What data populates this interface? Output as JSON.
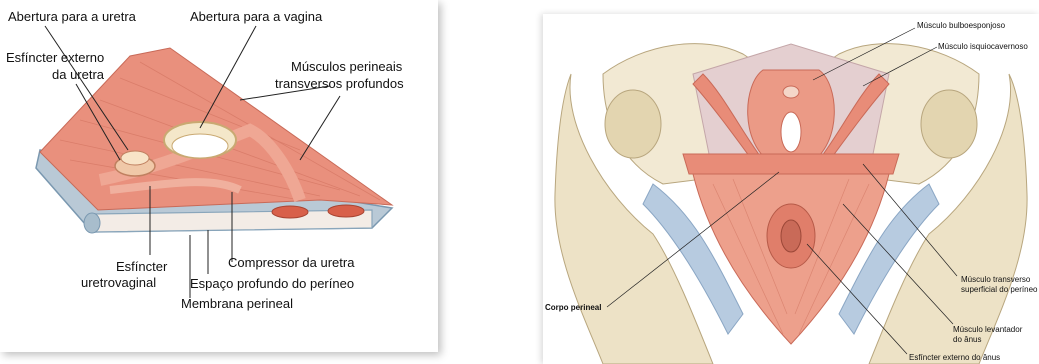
{
  "left_figure": {
    "labels": {
      "urethra_opening": "Abertura para a uretra",
      "vagina_opening": "Abertura para a vagina",
      "external_sphincter_line1": "Esfíncter externo",
      "external_sphincter_line2": "da uretra",
      "deep_transverse_line1": "Músculos perineais",
      "deep_transverse_line2": "transversos profundos",
      "urethrovaginal_line1": "Esfíncter",
      "urethrovaginal_line2": "uretrovaginal",
      "compressor": "Compressor da uretra",
      "deep_space": "Espaço profundo do períneo",
      "perineal_membrane": "Membrana perineal"
    }
  },
  "right_figure": {
    "labels": {
      "bulbospongiosus": "Músculo bulboesponjoso",
      "ischiocavernosus": "Músculo isquiocavernoso",
      "superficial_transverse_line1": "Músculo transverso",
      "superficial_transverse_line2": "superficial do períneo",
      "perineal_body": "Corpo perineal",
      "levator_ani_line1": "Músculo levantador",
      "levator_ani_line2": "do ânus",
      "external_anal_sphincter": "Esfíncter externo do ânus"
    }
  }
}
